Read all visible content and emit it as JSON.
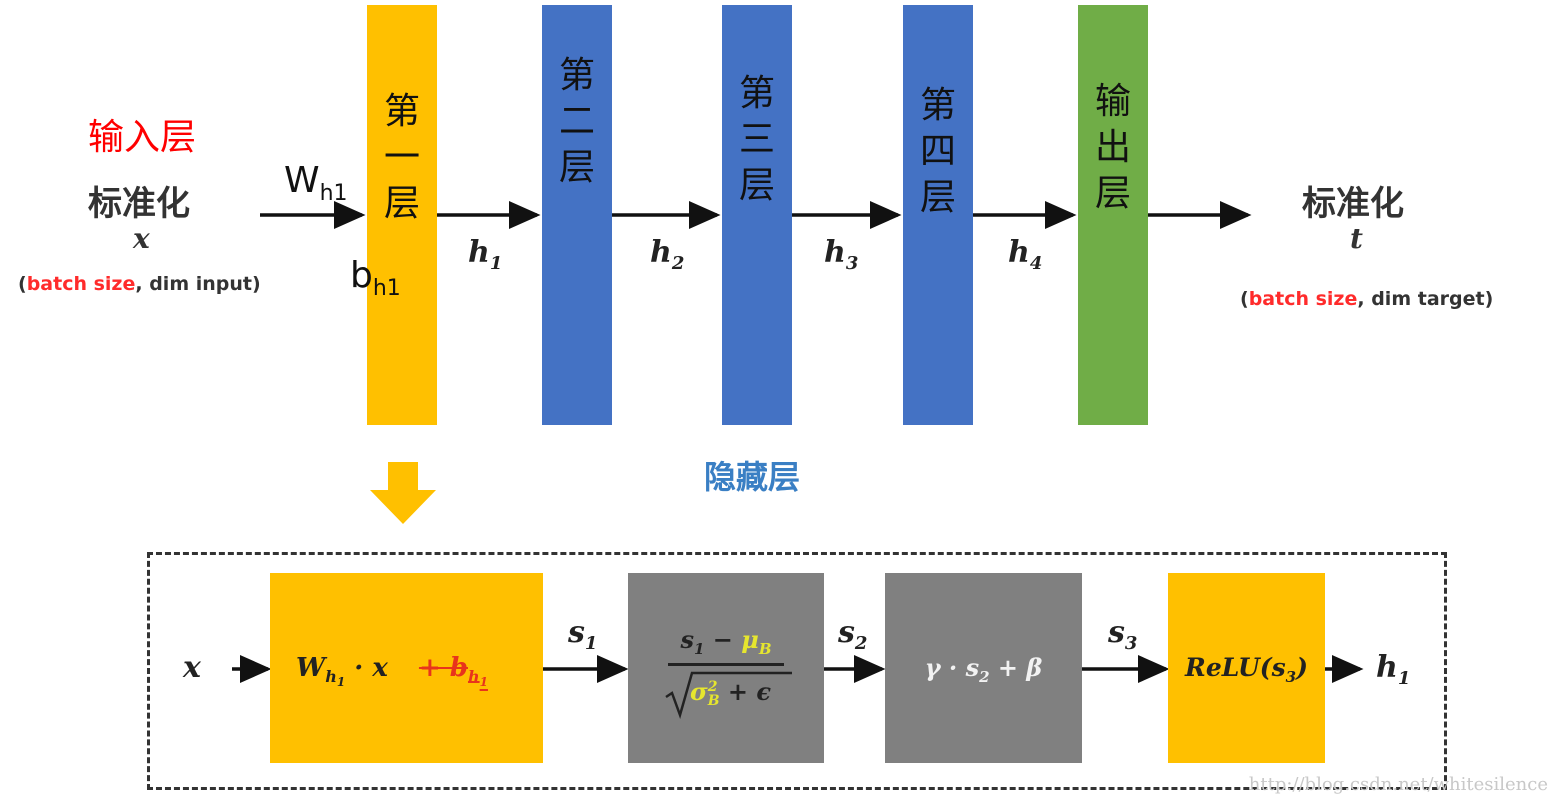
{
  "input_section": {
    "label": "输入层",
    "title": "标准化",
    "var": "x",
    "dim_open": "(",
    "dim_red": "batch size",
    "dim_rest": ", dim input)"
  },
  "weight_label": {
    "main": "W",
    "sub": "h1"
  },
  "bias_label": {
    "main": "b",
    "sub": "h1"
  },
  "layers": [
    {
      "chars": [
        "第",
        "一",
        "层"
      ],
      "color": "#ffc000"
    },
    {
      "chars": [
        "第",
        "二",
        "层"
      ],
      "color": "#4472c4"
    },
    {
      "chars": [
        "第",
        "三",
        "层"
      ],
      "color": "#4472c4"
    },
    {
      "chars": [
        "第",
        "四",
        "层"
      ],
      "color": "#4472c4"
    },
    {
      "chars": [
        "输",
        "出",
        "层"
      ],
      "color": "#70ad47"
    }
  ],
  "h_labels": [
    {
      "main": "h",
      "sub": "1"
    },
    {
      "main": "h",
      "sub": "2"
    },
    {
      "main": "h",
      "sub": "3"
    },
    {
      "main": "h",
      "sub": "4"
    }
  ],
  "output_section": {
    "title": "标准化",
    "var": "t",
    "dim_open": "(",
    "dim_red": "batch size",
    "dim_rest": ", dim target)"
  },
  "hidden_label": "隐藏层",
  "detail": {
    "input_var": "x",
    "box1": {
      "w": "W",
      "w_sub": "h",
      "w_sub2": "1",
      "dot_x": "· x",
      "bias": "+ b",
      "bias_sub": "h",
      "bias_sub2": "1"
    },
    "s1": {
      "main": "s",
      "sub": "1"
    },
    "box2": {
      "num_s": "s",
      "num_s_sub": "1",
      "minus": " − ",
      "mu": "μ",
      "mu_sub": "B",
      "sigma": "σ",
      "sigma_sup": "2",
      "sigma_sub": "B",
      "plus_eps": " + ϵ"
    },
    "s2": {
      "main": "s",
      "sub": "2"
    },
    "box3": {
      "gamma": "γ · s",
      "sub": "2",
      "rest": " + β"
    },
    "s3": {
      "main": "s",
      "sub": "3"
    },
    "box4": {
      "text": "ReLU(s",
      "sub": "3",
      "close": ")"
    },
    "output_var": {
      "main": "h",
      "sub": "1"
    }
  },
  "watermark": "http://blog.csdn.net/whitesilence"
}
